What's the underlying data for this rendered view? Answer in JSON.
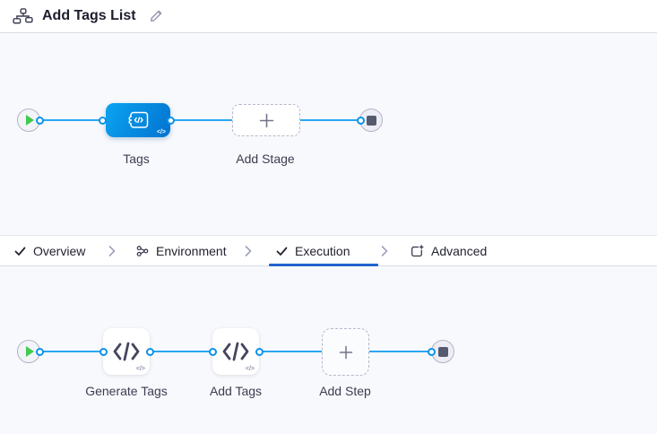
{
  "header": {
    "title": "Add Tags List"
  },
  "stage_canvas": {
    "stages": [
      {
        "label": "Tags"
      },
      {
        "label": "Add Stage"
      }
    ]
  },
  "tab_bar": {
    "tabs": [
      {
        "label": "Overview",
        "icon": "check-icon",
        "active": false
      },
      {
        "label": "Environment",
        "icon": "environment-icon",
        "active": false
      },
      {
        "label": "Execution",
        "icon": "check-icon",
        "active": true
      },
      {
        "label": "Advanced",
        "icon": "template-icon",
        "active": false
      }
    ]
  },
  "execution_canvas": {
    "steps": [
      {
        "label": "Generate Tags"
      },
      {
        "label": "Add Tags"
      },
      {
        "label": "Add Step"
      }
    ]
  },
  "icons": {
    "code_glyph": "</>",
    "stage_icon": "custom-stage-code-icon",
    "step_icon": "code-icon"
  },
  "colors": {
    "connector_line": "#29a7f3",
    "connector_dot_border": "#0a93e9",
    "stage_gradient_start": "#0ba3f1",
    "stage_gradient_end": "#0273cf",
    "play_green": "#42c94e",
    "canvas_bg": "#f8f9fd",
    "active_tab_underline": "#2163cc"
  }
}
